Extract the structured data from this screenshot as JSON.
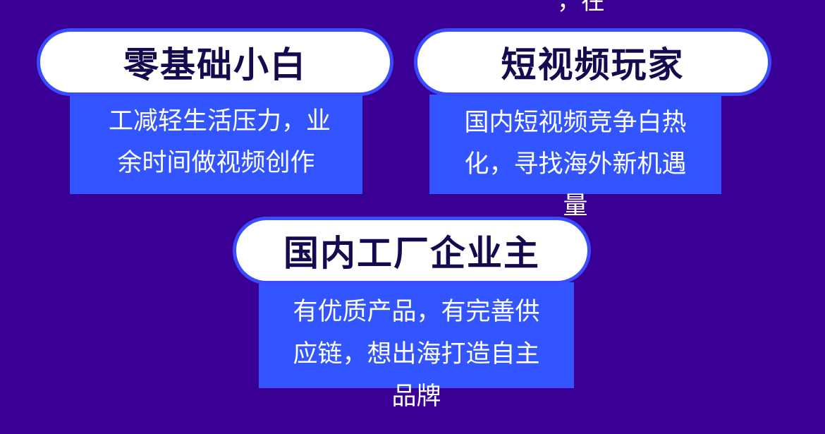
{
  "colors": {
    "background": "#3a0096",
    "card": "#3355ff",
    "pill_border": "#3a4cff",
    "title_text": "#140a50"
  },
  "top_clipped_text": "，在",
  "cards": [
    {
      "title": "零基础小白",
      "lines": [
        "工减轻生活压力，业",
        "余时间做视频创作"
      ]
    },
    {
      "title": "短视频玩家",
      "lines": [
        "国内短视频竞争白热",
        "化，寻找海外新机遇",
        "量"
      ]
    },
    {
      "title": "国内工厂企业主",
      "lines": [
        "有优质产品，有完善供",
        "应链，想出海打造自主",
        "品牌"
      ]
    }
  ]
}
